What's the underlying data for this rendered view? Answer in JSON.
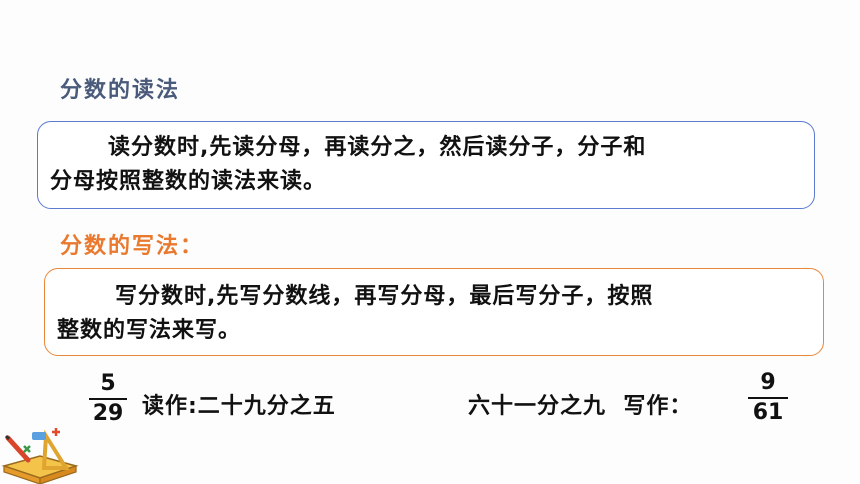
{
  "reading": {
    "heading": "分数的读法",
    "line1": "读分数时,先读分母，再读分之，然后读分子，分子和",
    "line2": "分母按照整数的读法来读。"
  },
  "writing": {
    "heading": "分数的写法：",
    "line1": "写分数时,先写分数线，再写分母，最后写分子，按照",
    "line2": "整数的写法来写。"
  },
  "examples": {
    "ex1": {
      "numerator": "5",
      "denominator": "29",
      "text": "读作:二十九分之五"
    },
    "ex2": {
      "text": "六十一分之九  写作：",
      "numerator": "9",
      "denominator": "61"
    }
  },
  "colors": {
    "read_border": "#5a7bd0",
    "write_border": "#e8873a",
    "write_heading": "#e8792e"
  },
  "decoration_icon": "stationery-icon"
}
